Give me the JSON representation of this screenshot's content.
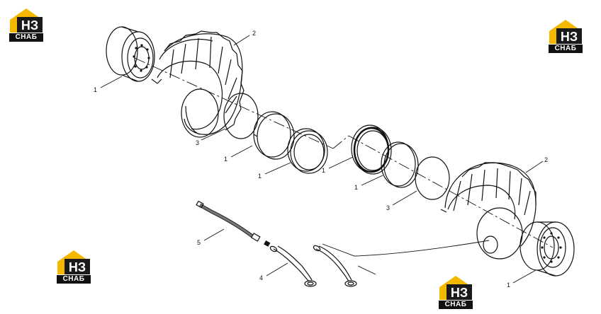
{
  "brand": {
    "text": "СНАБ",
    "mark": "НЗ",
    "colors": {
      "roof": "#f5b800",
      "body": "#1a1a1a",
      "letters": "#ffffff"
    }
  },
  "callouts": {
    "c1a": "1",
    "c2a": "2",
    "c3a": "3",
    "c1b": "1",
    "c1c": "1",
    "c1d": "1",
    "c1e": "1",
    "c3b": "3",
    "c2b": "2",
    "c5": "5",
    "c4": "4",
    "c1f": "1"
  }
}
